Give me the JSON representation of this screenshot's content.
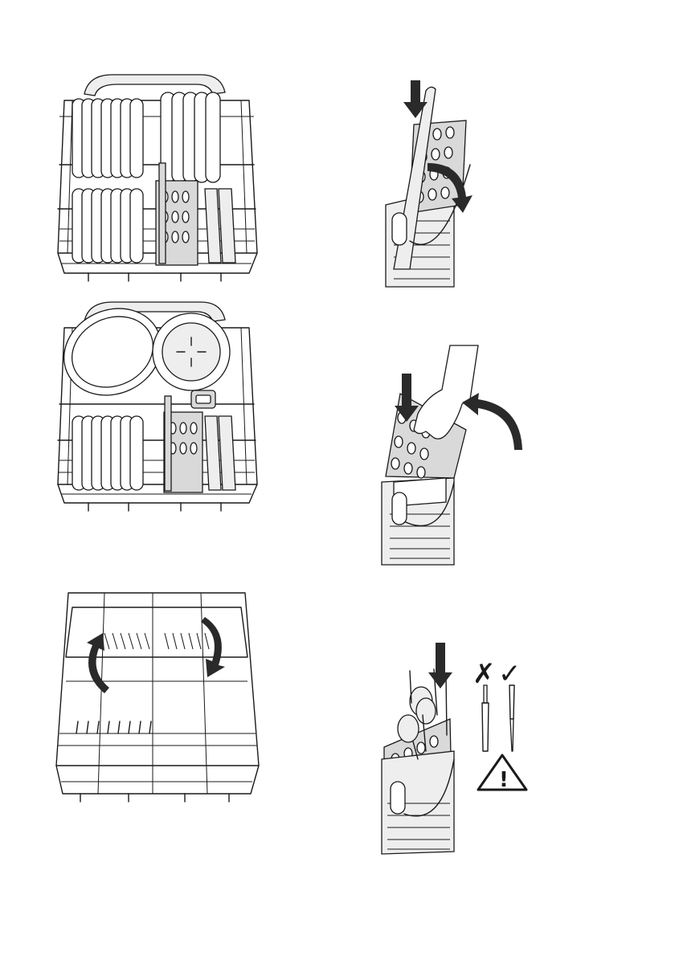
{
  "figures": [
    {
      "id": "basket-with-plates",
      "icon": "lower-basket-plates-icon"
    },
    {
      "id": "basket-with-pans",
      "icon": "lower-basket-pans-icon"
    },
    {
      "id": "basket-empty-fold-racks",
      "icon": "lower-basket-fold-racks-icon"
    },
    {
      "id": "cutlery-basket-handle-down",
      "icon": "cutlery-basket-handle-icon"
    },
    {
      "id": "cutlery-basket-lid-open",
      "icon": "cutlery-basket-lid-icon"
    },
    {
      "id": "cutlery-basket-loaded",
      "icon": "cutlery-basket-loaded-icon"
    }
  ],
  "symbols": {
    "wrong": "✗",
    "right": "✓",
    "warning": "!"
  },
  "colors": {
    "line": "#1a1a1a",
    "grey_fill": "#d9d9d9",
    "arrow": "#2a2a2a"
  }
}
